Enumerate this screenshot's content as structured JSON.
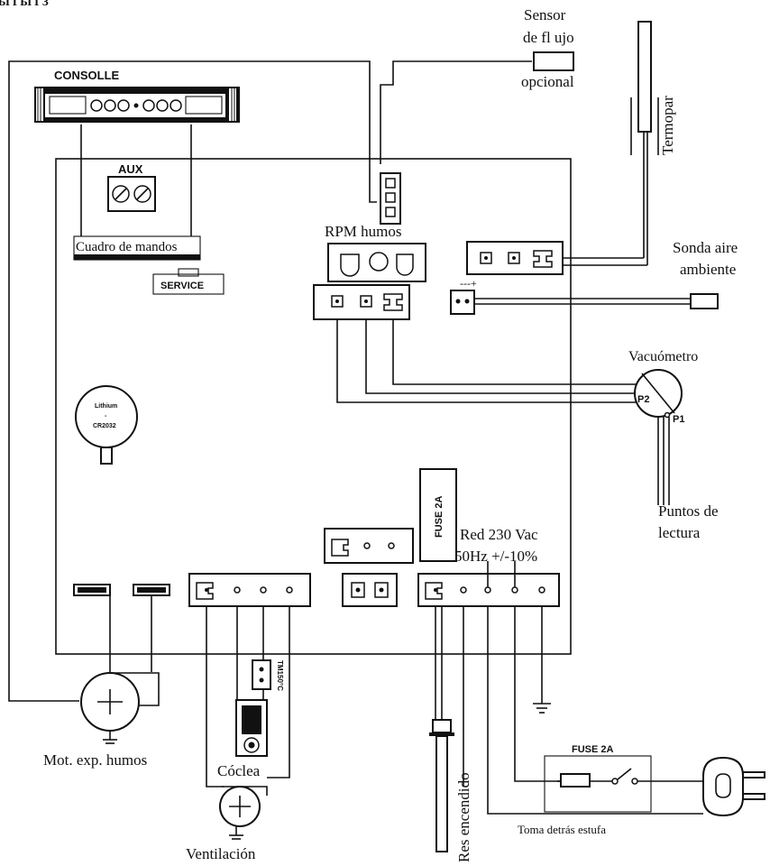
{
  "labels": {
    "header_fragment": "Ы ГЫ ГЗ",
    "consolle": "CONSOLLE",
    "aux": "AUX",
    "cuadro_de_mandos": "Cuadro de mandos",
    "service": "SERVICE",
    "sensor_line1": "Sensor",
    "sensor_line2": "de fl ujo",
    "sensor_line3": "opcional",
    "termopar": "Termopar",
    "rpm_humos": "RPM humos",
    "sonda_line1": "Sonda aire",
    "sonda_line2": "ambiente",
    "polarity": "---+",
    "vacuometro": "Vacuómetro",
    "p1": "P1",
    "p2": "P2",
    "lithium_line1": "Lithium",
    "lithium_line2": "-",
    "lithium_line3": "CR2032",
    "fuse_board": "FUSE 2A",
    "puntos_line1": "Puntos de",
    "puntos_line2": "lectura",
    "red_line1": "Red 230 Vac",
    "red_line2": "50Hz +/-10%",
    "thermostat": "TM150°C",
    "mot_exp_humos": "Mot. exp. humos",
    "coclea": "Cóclea",
    "ventilacion": "Ventilación",
    "res_encendido": "Res encendido",
    "fuse_outlet": "FUSE 2A",
    "toma_detras": "Toma detrás estufa"
  }
}
